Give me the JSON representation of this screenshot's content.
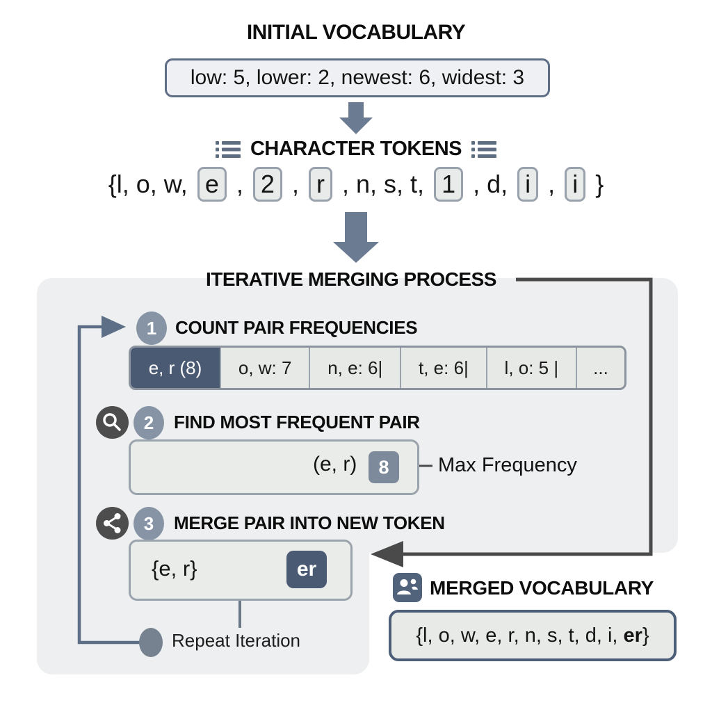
{
  "initial_vocab": {
    "title": "INITIAL VOCABULARY",
    "content": "low: 5, lower: 2, newest: 6, widest: 3"
  },
  "character_tokens": {
    "title": "CHARACTER TOKENS",
    "tokens": [
      {
        "t": "{l, o, w,",
        "boxed": false
      },
      {
        "t": "e",
        "boxed": true
      },
      {
        "t": ",",
        "boxed": false
      },
      {
        "t": "2",
        "boxed": true
      },
      {
        "t": ",",
        "boxed": false
      },
      {
        "t": "r",
        "boxed": true
      },
      {
        "t": ", n, s, t,",
        "boxed": false
      },
      {
        "t": "1",
        "boxed": true
      },
      {
        "t": ", d,",
        "boxed": false
      },
      {
        "t": "i",
        "boxed": true
      },
      {
        "t": ",",
        "boxed": false
      },
      {
        "t": "i",
        "boxed": true
      },
      {
        "t": "}",
        "boxed": false
      }
    ]
  },
  "process": {
    "title": "ITERATIVE MERGING PROCESS",
    "steps": [
      {
        "num": "1",
        "title": "COUNT PAIR FREQUENCIES",
        "cells": [
          "e, r (8)",
          "o, w: 7",
          "n, e: 6|",
          "t, e: 6|",
          "l, o: 5 |",
          "..."
        ]
      },
      {
        "num": "2",
        "title": "FIND MOST FREQUENT PAIR",
        "pair": "(e, r)",
        "frequency": "8",
        "annotation": "Max Frequency"
      },
      {
        "num": "3",
        "title": "MERGE PAIR INTO NEW TOKEN",
        "pair": "{e, r}",
        "merged_token": "er"
      }
    ],
    "loop_label": "Repeat Iteration"
  },
  "merged_vocab": {
    "title": "MERGED VOCABULARY",
    "content_prefix": "{l, o, w, e, r, n, s, t, d, i, ",
    "content_bold": "er",
    "content_suffix": "}"
  },
  "colors": {
    "slate_accent": "#64758c",
    "dark_cell": "#4a5a73",
    "panel_bg": "#edeff0",
    "box_bg": "#e9ece9",
    "dark_line": "#4a4a4a",
    "badge_bg": "#8794a6",
    "icon_circle_bg": "#4d4d4d",
    "freq_chip_bg": "#7d8a9c"
  }
}
